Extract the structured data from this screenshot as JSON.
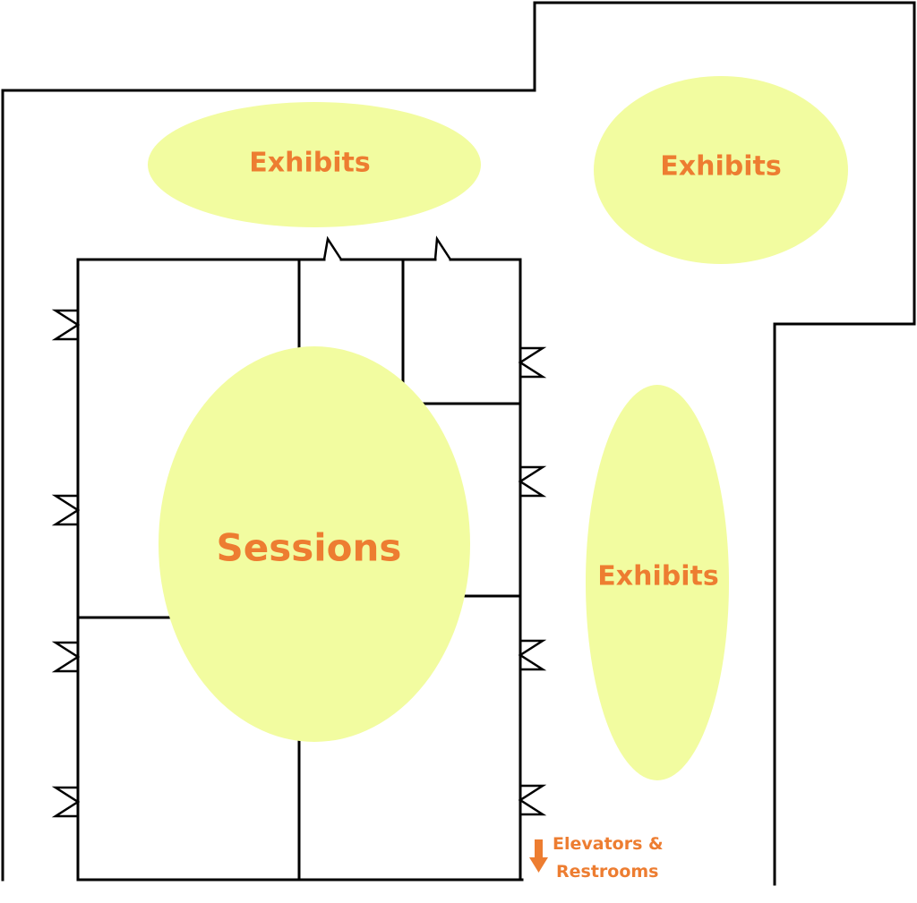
{
  "colors": {
    "zone_fill": "#F2FCA0",
    "label": "#ED7D31",
    "walls": "#000000",
    "background": "#FFFFFF"
  },
  "zones": {
    "exhibits_top_left": {
      "label": "Exhibits"
    },
    "exhibits_top_right": {
      "label": "Exhibits"
    },
    "exhibits_right": {
      "label": "Exhibits"
    },
    "sessions": {
      "label": "Sessions"
    }
  },
  "facilities": {
    "elevators_restrooms": {
      "line1": "Elevators &",
      "line2": "Restrooms",
      "icon": "arrow-down-icon"
    }
  }
}
